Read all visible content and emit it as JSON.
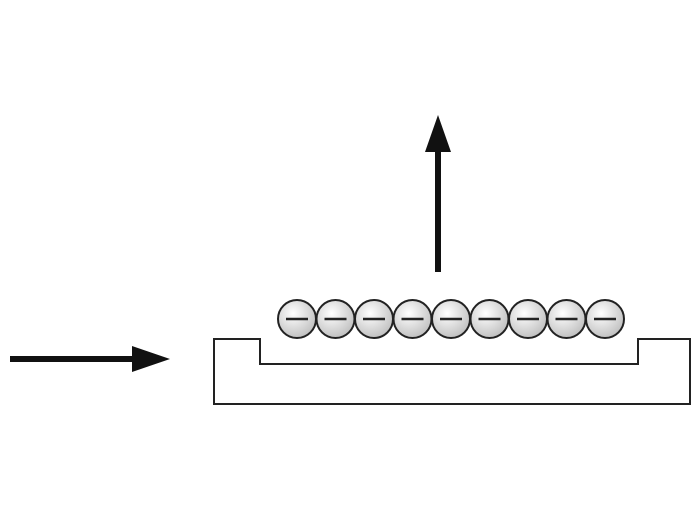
{
  "diagram": {
    "particle_count": 9,
    "particle_charge_sign": "negative",
    "arrows": [
      "incoming-horizontal",
      "outgoing-vertical"
    ],
    "colors": {
      "stroke": "#222222",
      "arrow": "#111111",
      "particle_fill": "#d9d9d9",
      "background": "#ffffff"
    }
  }
}
